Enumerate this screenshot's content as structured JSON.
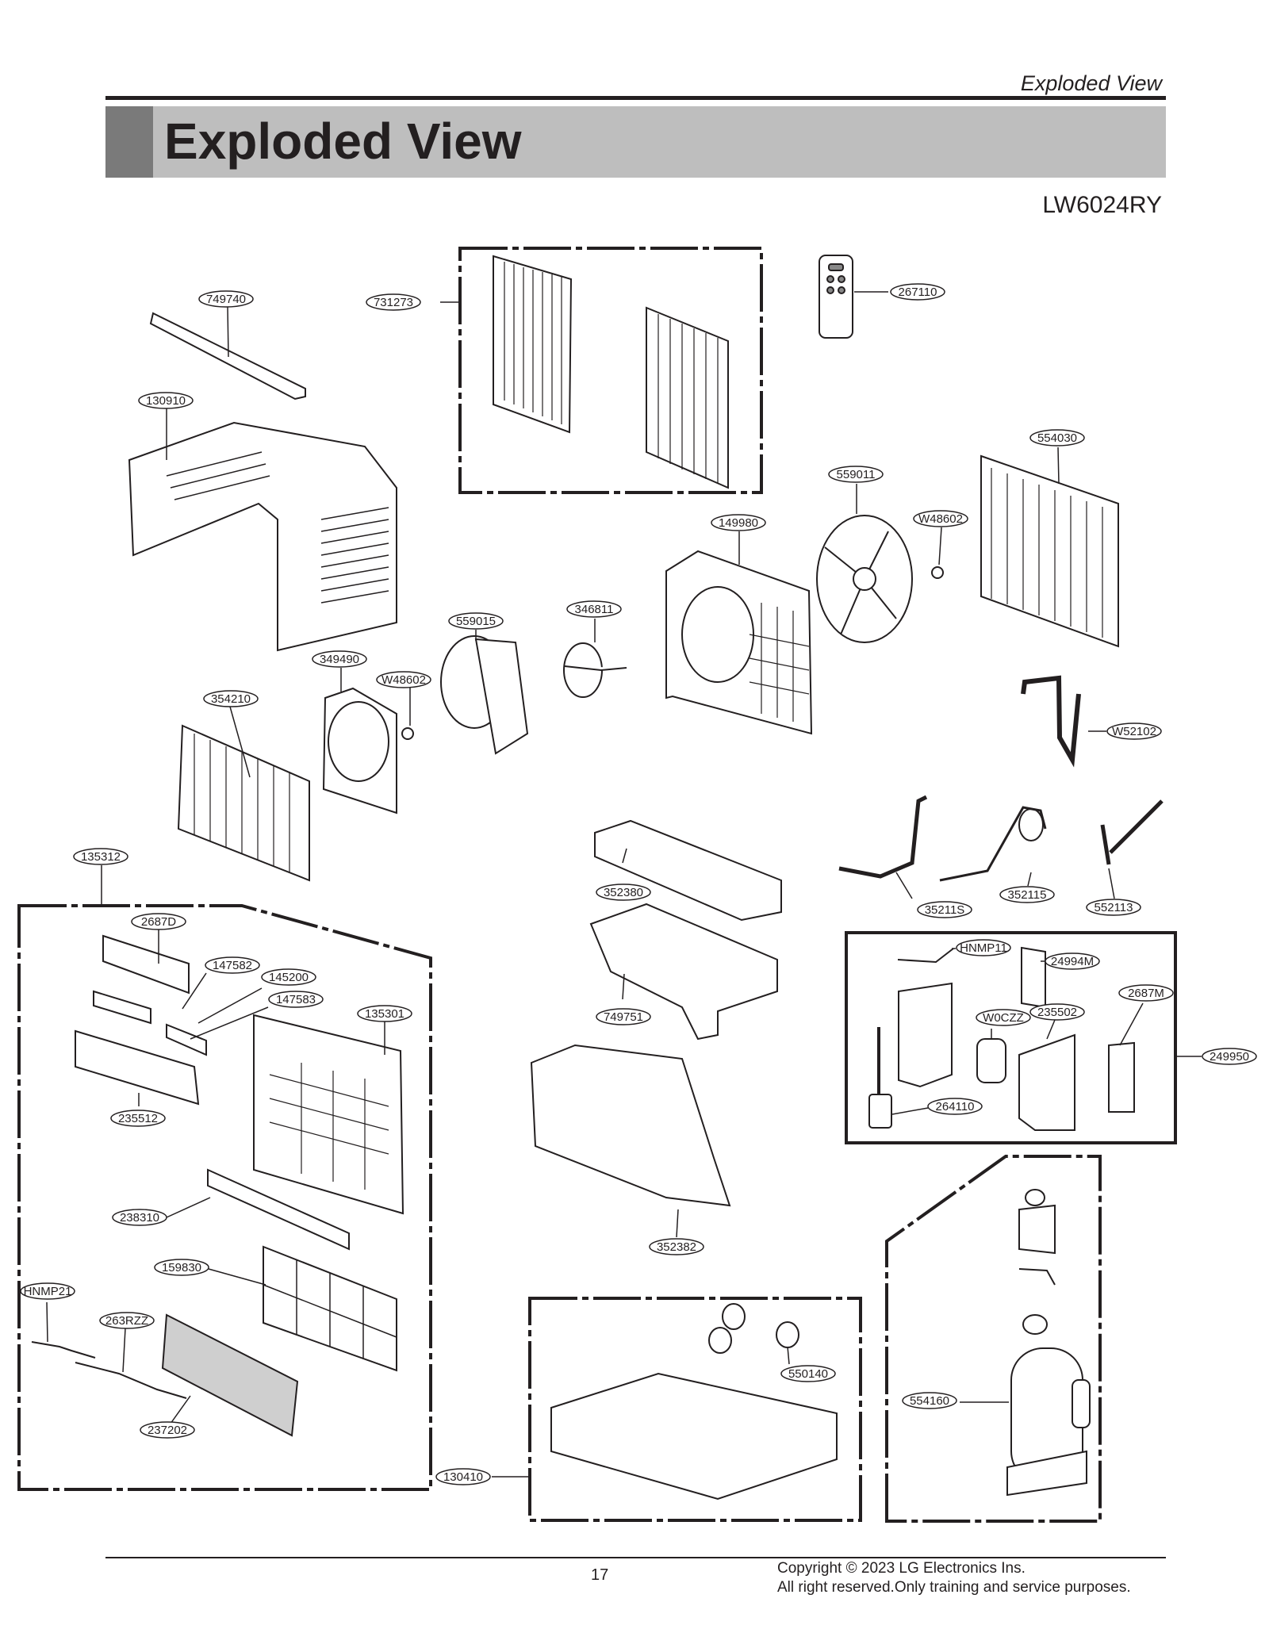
{
  "header": {
    "running_title": "Exploded View",
    "title": "Exploded View",
    "model": "LW6024RY"
  },
  "parts": {
    "p749740": "749740",
    "p731273": "731273",
    "p267110": "267110",
    "p130910": "130910",
    "p554030": "554030",
    "p559011": "559011",
    "pW48602a": "W48602",
    "p149980": "149980",
    "p559015": "559015",
    "p346811": "346811",
    "p349490": "349490",
    "pW48602b": "W48602",
    "p354210": "354210",
    "pW52102": "W52102",
    "p135312": "135312",
    "p352380": "352380",
    "p35211S": "35211S",
    "p352115": "352115",
    "p552113": "552113",
    "p2687D": "2687D",
    "p147582": "147582",
    "p145200": "145200",
    "p147583": "147583",
    "p135301": "135301",
    "pHNMP11": "HNMP11",
    "p24994M": "24994M",
    "p2687M": "2687M",
    "pW0CZZ": "W0CZZ",
    "p235502": "235502",
    "p749751": "749751",
    "p249950": "249950",
    "p235512": "235512",
    "p264110": "264110",
    "p238310": "238310",
    "p352382": "352382",
    "p159830": "159830",
    "pHNMP21": "HNMP21",
    "p263RZZ": "263RZZ",
    "p550140": "550140",
    "p554160": "554160",
    "p237202": "237202",
    "p130410": "130410"
  },
  "footer": {
    "page_number": "17",
    "copyright_line1": "Copyright © 2023 LG Electronics Ins.",
    "copyright_line2": "All right reserved.Only training and service purposes."
  }
}
